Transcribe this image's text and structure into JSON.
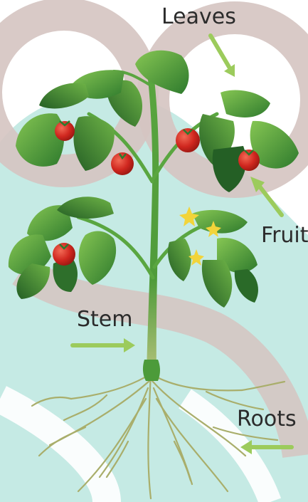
{
  "diagram": {
    "labels": {
      "leaves": "Leaves",
      "fruit": "Fruit",
      "stem": "Stem",
      "roots": "Roots"
    },
    "colors": {
      "background_teal": "#c2e9e3",
      "background_mauve": "#d5c4c1",
      "arrow": "#9ccb5c",
      "stem": "#5aa640",
      "leaf_dark": "#2f7a2c",
      "leaf_light": "#7dbe4a",
      "tomato": "#d0271f",
      "flower": "#f2d43a",
      "root": "#a9ae6b"
    }
  }
}
